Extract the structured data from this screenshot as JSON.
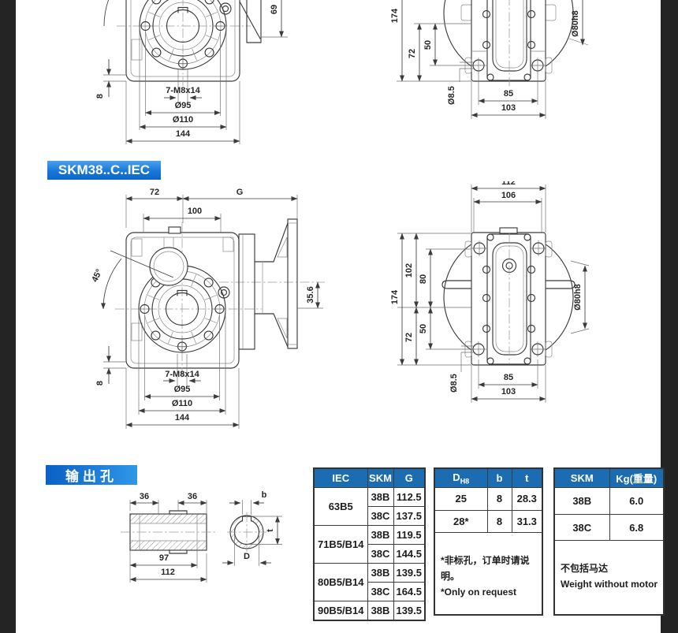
{
  "colors": {
    "accent_blue": "#1c6cb2",
    "label_blue_light": "#3f9ae8",
    "label_blue_dark": "#0d66c8"
  },
  "sections": {
    "skm_label": "SKM38..C..IEC",
    "output_label": "输出孔"
  },
  "dims": {
    "top_front": {
      "d69": "69",
      "d8": "8",
      "bolt": "7-M8x14",
      "d95": "Ø95",
      "d110": "Ø110",
      "d144": "144"
    },
    "top_rear": {
      "d174": "174",
      "d72": "72",
      "d50": "50",
      "d8_5": "Ø8.5",
      "d85": "85",
      "d103": "103",
      "d80h8": "Ø80h8"
    },
    "mid_front": {
      "d72": "72",
      "dG": "G",
      "d100": "100",
      "a45": "45°",
      "d35_6": "35.6",
      "d8": "8",
      "bolt": "7-M8x14",
      "d95": "Ø95",
      "d110": "Ø110",
      "d144": "144"
    },
    "mid_top": {
      "d112": "112",
      "d106": "106",
      "d174": "174",
      "d102": "102",
      "d80": "80",
      "d50": "50",
      "d72": "72",
      "d80h8": "Ø80h8",
      "d8_5": "Ø8.5",
      "d85": "85",
      "d103": "103"
    },
    "shaft": {
      "d36a": "36",
      "d36b": "36",
      "d97": "97",
      "d112": "112",
      "b": "b",
      "t": "t",
      "D": "D"
    }
  },
  "tables": {
    "iec": {
      "headers": [
        "IEC",
        "SKM",
        "G"
      ],
      "rows": [
        {
          "iec": "63B5",
          "skm": "38B",
          "g": "112.5"
        },
        {
          "skm": "38C",
          "g": "137.5"
        },
        {
          "iec": "71B5/B14",
          "skm": "38B",
          "g": "119.5"
        },
        {
          "skm": "38C",
          "g": "144.5"
        },
        {
          "iec": "80B5/B14",
          "skm": "38B",
          "g": "139.5"
        },
        {
          "skm": "38C",
          "g": "164.5"
        },
        {
          "iec": "90B5/B14",
          "skm": "38B",
          "g": "139.5"
        }
      ]
    },
    "bore": {
      "header_d": "D",
      "header_d_sub": "H8",
      "header_b": "b",
      "header_t": "t",
      "rows": [
        {
          "d": "25",
          "b": "8",
          "t": "28.3"
        },
        {
          "d": "28*",
          "b": "8",
          "t": "31.3"
        }
      ],
      "note_cn": "*非标孔，订单时请说明。",
      "note_en": "*Only on request"
    },
    "weight": {
      "header_skm": "SKM",
      "header_kg": "Kg(重量)",
      "rows": [
        {
          "skm": "38B",
          "kg": "6.0"
        },
        {
          "skm": "38C",
          "kg": "6.8"
        }
      ],
      "note_cn": "不包括马达",
      "note_en": "Weight without motor"
    }
  }
}
